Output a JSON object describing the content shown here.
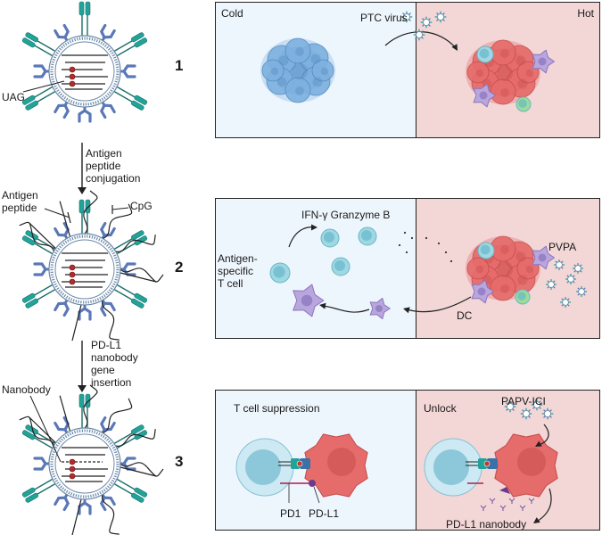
{
  "steps": [
    "1",
    "2",
    "3"
  ],
  "left": {
    "uag_label": "UAG",
    "arrow1_label": [
      "Antigen",
      "peptide",
      "conjugation"
    ],
    "antigen_peptide_label": [
      "Antigen",
      "peptide"
    ],
    "cpg_label": "CpG",
    "arrow2_label": [
      "PD-L1",
      "nanobody",
      "gene",
      "insertion"
    ],
    "nanobody_label": "Nanobody"
  },
  "panel1": {
    "cold_label": "Cold",
    "hot_label": "Hot",
    "virus_label": "PTC virus"
  },
  "panel2": {
    "cytokine_label": "IFN-γ Granzyme B",
    "tcell_label": [
      "Antigen-",
      "specific",
      "T cell"
    ],
    "dc_label": "DC",
    "pvpa_label": "PVPA"
  },
  "panel3": {
    "suppression_label": "T cell suppression",
    "unlock_label": "Unlock",
    "papv_label": "PAPV-ICI",
    "pd1_label": "PD1",
    "pdl1_label": "PD-L1",
    "nanobody_label": "PD-L1 nanobody"
  },
  "colors": {
    "cold_bg": "#eef6fd",
    "hot_bg": "#f3d6d6",
    "teal": "#21a39a",
    "blue_receptor": "#5a78b8",
    "tumor_red": "#e66b6b",
    "tumor_blue": "#7eb1e0",
    "dc_purple": "#b9a6dd",
    "tcell_cyan": "#9fd8e3"
  }
}
